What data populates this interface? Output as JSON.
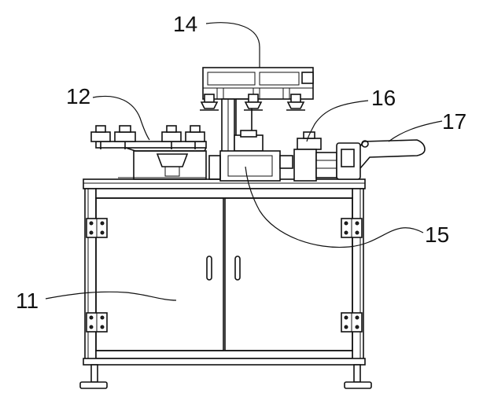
{
  "callouts": {
    "n11": "11",
    "n12": "12",
    "n14": "14",
    "n15": "15",
    "n16": "16",
    "n17": "17"
  }
}
